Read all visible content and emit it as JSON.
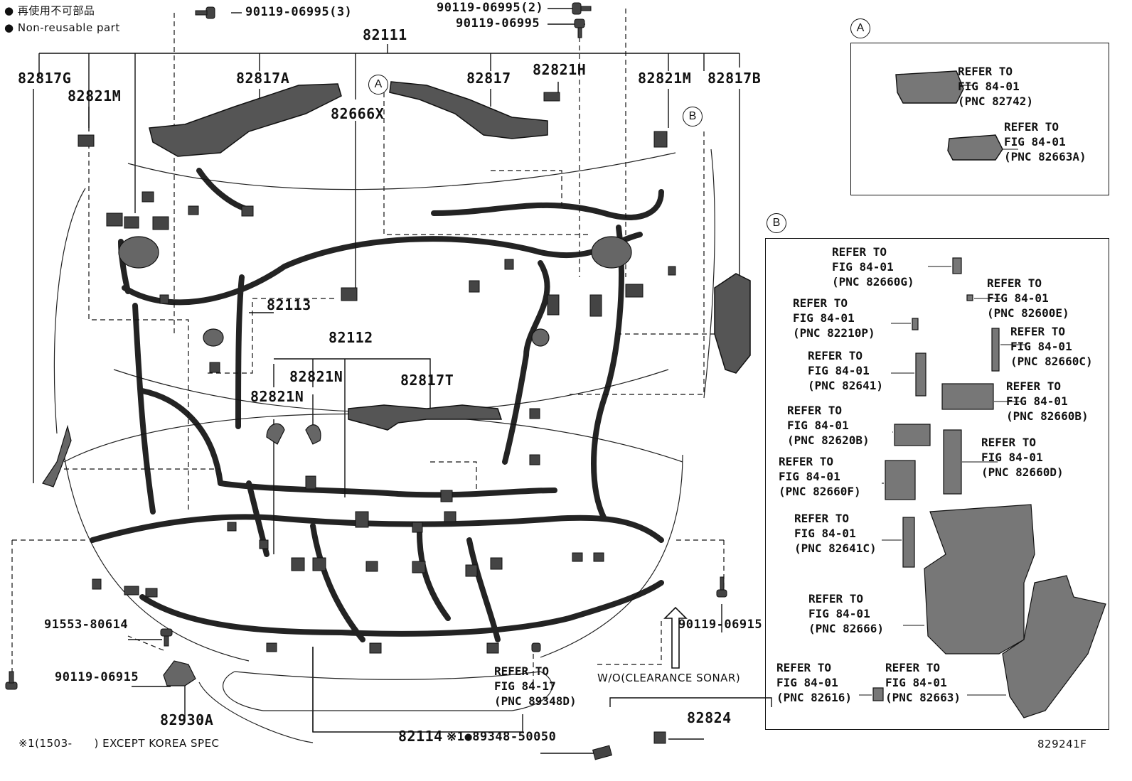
{
  "legend": {
    "dot_ja": "● 再使用不可部品",
    "dot_en": "● Non-reusable part"
  },
  "fasteners": {
    "f1": "90119-06995(3)",
    "f2": "90119-06995(2)",
    "f3": "90119-06995",
    "f4": "91553-80614",
    "f5": "90119-06915",
    "f6": "90119-06915"
  },
  "parts": {
    "p82111": "82111",
    "p82817G": "82817G",
    "p82821M_l": "82821M",
    "p82817A": "82817A",
    "p82666X": "82666X",
    "p82817": "82817",
    "p82821H": "82821H",
    "p82821M_r": "82821M",
    "p82817B": "82817B",
    "p82113": "82113",
    "p82112": "82112",
    "p82821N_a": "82821N",
    "p82821N_b": "82821N",
    "p82817T": "82817T",
    "p82930A": "82930A",
    "p82114": "82114",
    "p82824": "82824"
  },
  "callouts": {
    "a_main": "A",
    "b_main": "B",
    "a_panel": "A",
    "b_panel": "B"
  },
  "main_refs": {
    "r89348D": "REFER TO\nFIG 84-17\n(PNC 89348D)",
    "wo_sonar": "W/O(CLEARANCE SONAR)",
    "nonreusable_part": "※1●89348-50050"
  },
  "panel_a": {
    "r82742": "REFER TO\nFIG 84-01\n(PNC 82742)",
    "r82663A": "REFER TO\nFIG 84-01\n(PNC 82663A)"
  },
  "panel_b": {
    "r82660G": "REFER TO\nFIG 84-01\n(PNC 82660G)",
    "r82600E": "REFER TO\nFIG 84-01\n(PNC 82600E)",
    "r82210P": "REFER TO\nFIG 84-01\n(PNC 82210P)",
    "r82660C": "REFER TO\nFIG 84-01\n(PNC 82660C)",
    "r82641": "REFER TO\nFIG 84-01\n(PNC 82641)",
    "r82660B": "REFER TO\nFIG 84-01\n(PNC 82660B)",
    "r82620B": "REFER TO\nFIG 84-01\n(PNC 82620B)",
    "r82660D": "REFER TO\nFIG 84-01\n(PNC 82660D)",
    "r82660F": "REFER TO\nFIG 84-01\n(PNC 82660F)",
    "r82641C": "REFER TO\nFIG 84-01\n(PNC 82641C)",
    "r82666": "REFER TO\nFIG 84-01\n(PNC 82666)",
    "r82616": "REFER TO\nFIG 84-01\n(PNC 82616)",
    "r82663": "REFER TO\nFIG 84-01\n(PNC 82663)"
  },
  "footer": {
    "note": "※1(1503-　　) EXCEPT KOREA SPEC",
    "fig_id": "829241F"
  },
  "colors": {
    "ink": "#111111",
    "fill": "#555555",
    "paper": "#ffffff"
  },
  "icons": [
    "bolt-icon",
    "clip-icon",
    "connector-icon",
    "junction-block-icon",
    "arrow-up-icon"
  ]
}
